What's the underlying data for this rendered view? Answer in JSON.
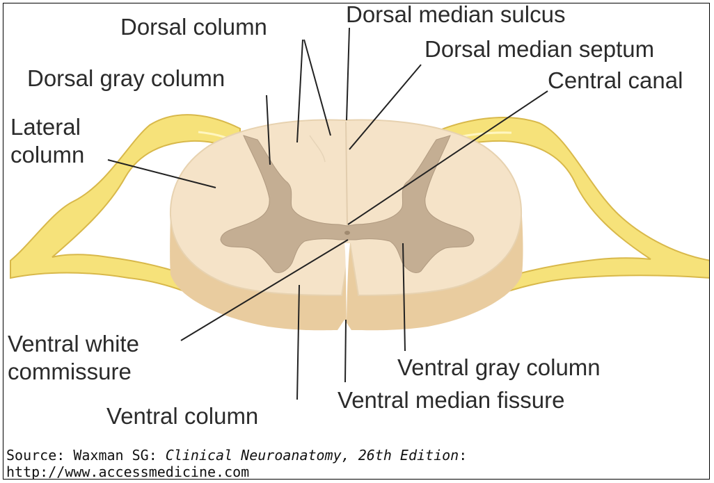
{
  "labels": {
    "dorsal_column": "Dorsal column",
    "dorsal_median_sulcus": "Dorsal median sulcus",
    "dorsal_median_septum": "Dorsal median septum",
    "dorsal_gray_column": "Dorsal gray column",
    "central_canal": "Central canal",
    "lateral_column_line1": "Lateral",
    "lateral_column_line2": "column",
    "ventral_white_commissure_line1": "Ventral white",
    "ventral_white_commissure_line2": "commissure",
    "ventral_gray_column": "Ventral gray column",
    "ventral_column": "Ventral column",
    "ventral_median_fissure": "Ventral median fissure"
  },
  "source": {
    "prefix": "Source: Waxman SG: ",
    "title": "Clinical Neuroanatomy, 26th Edition",
    "suffix": ":",
    "url": "http://www.accessmedicine.com"
  },
  "colors": {
    "white_matter": "#f5e3c8",
    "white_matter_side": "#e9cc9f",
    "gray_matter": "#c4ae93",
    "nerve_root": "#f6e27a",
    "nerve_outline": "#d8b84a",
    "leader_line": "#222222"
  }
}
